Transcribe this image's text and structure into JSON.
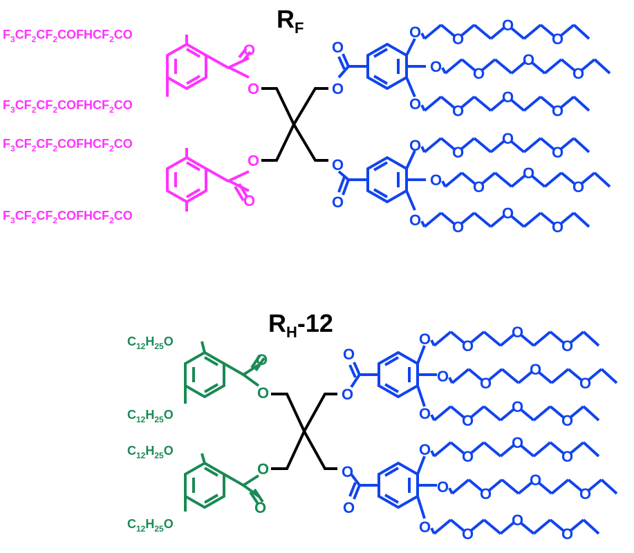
{
  "colors": {
    "core": "#000000",
    "fluoro": "#ff33ff",
    "alkyl": "#1a8a55",
    "peg": "#1144ee"
  },
  "top": {
    "title_main": "R",
    "title_sub": "F",
    "fluoro_chain": "F3CF2CF2COFHCF2CO",
    "fluoro_chains": [
      {
        "label": "F3CF2CF2COFHCF2CO"
      },
      {
        "label": "F3CF2CF2COFHCF2CO"
      },
      {
        "label": "F3CF2CF2COFHCF2CO"
      },
      {
        "label": "F3CF2CF2COFHCF2CO"
      }
    ]
  },
  "bottom": {
    "title_main": "R",
    "title_sub": "H",
    "title_suffix": "-12",
    "alkyl_chain": "C12H25O"
  },
  "atoms": {
    "oxygen": "O"
  }
}
